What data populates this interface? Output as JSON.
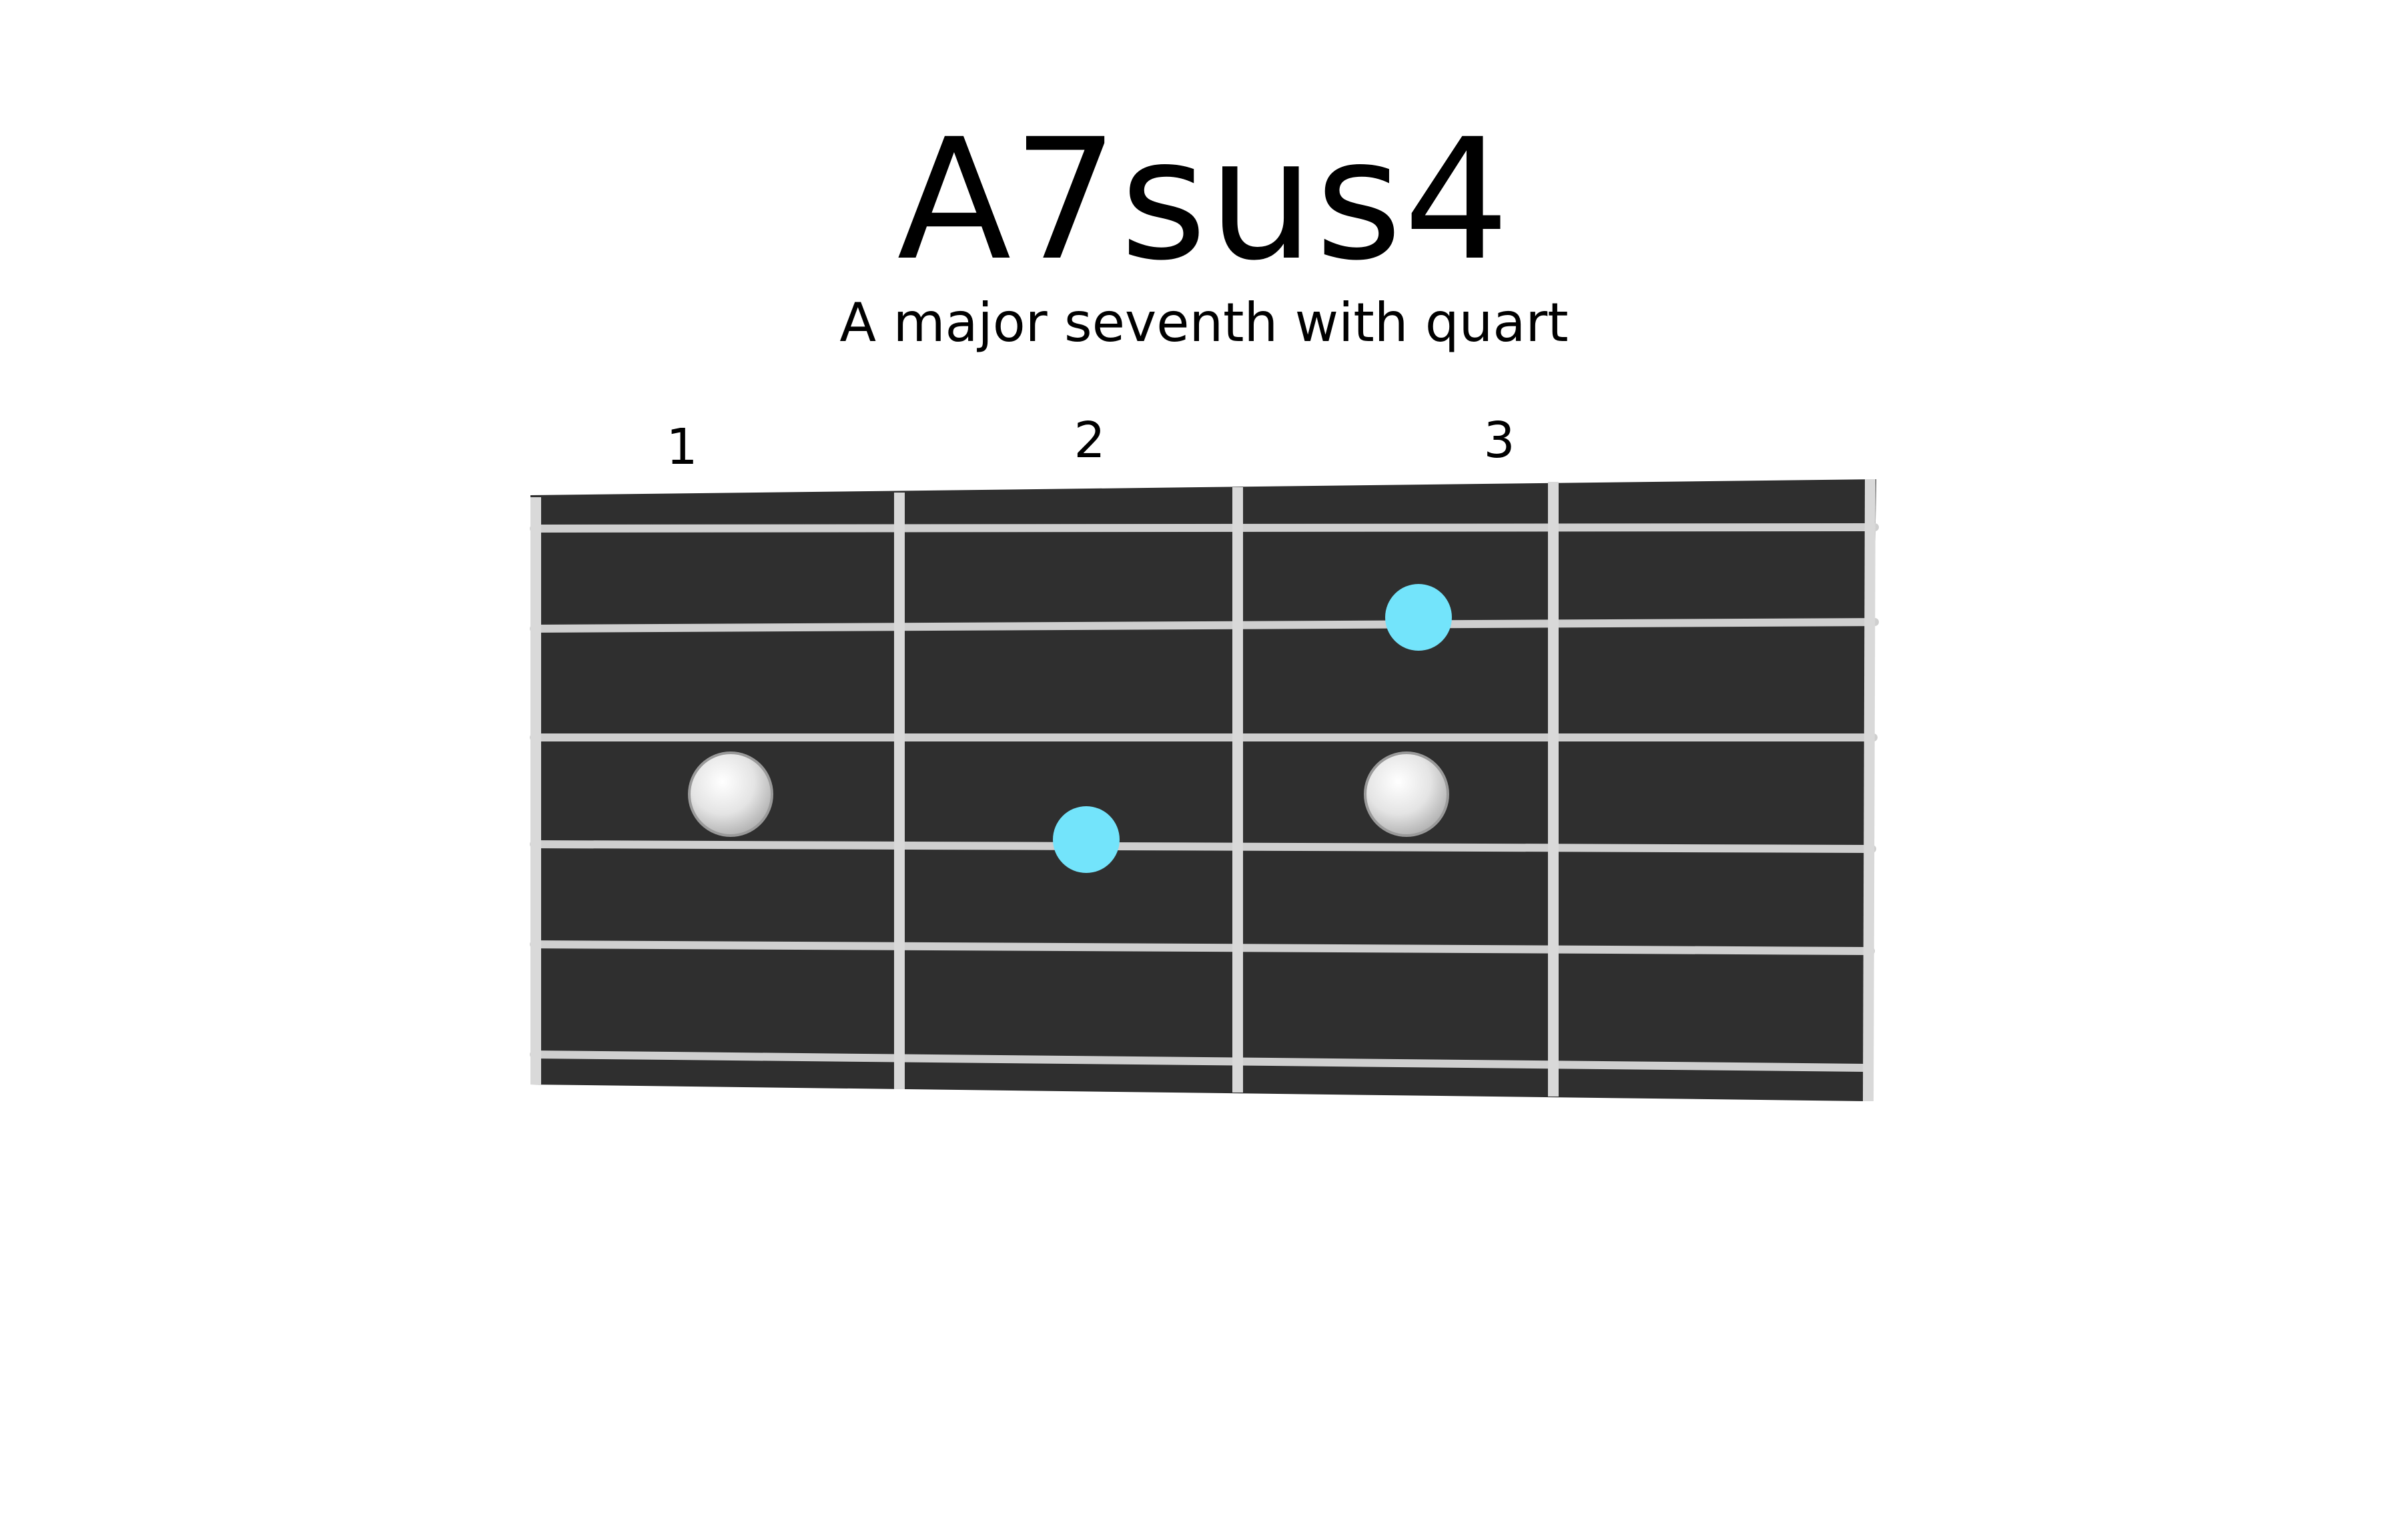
{
  "chord": {
    "name": "A7sus4",
    "description": "A major seventh with quart"
  },
  "fret_numbers": [
    "1",
    "2",
    "3"
  ],
  "diagram": {
    "fret_count": 4,
    "string_count": 6,
    "markers": [
      {
        "kind": "inlay",
        "fret": 1,
        "between_strings": [
          3,
          4
        ]
      },
      {
        "kind": "inlay",
        "fret": 3,
        "between_strings": [
          3,
          4
        ]
      },
      {
        "kind": "finger",
        "fret": 3,
        "string": 2
      },
      {
        "kind": "finger",
        "fret": 2,
        "string": 4
      }
    ]
  },
  "colors": {
    "fretboard": "#2f2f2f",
    "fret_wire": "#d9d9d9",
    "string": "#cfcfcf",
    "finger_dot": "#73e4fb",
    "inlay": "#e6e6e6"
  }
}
